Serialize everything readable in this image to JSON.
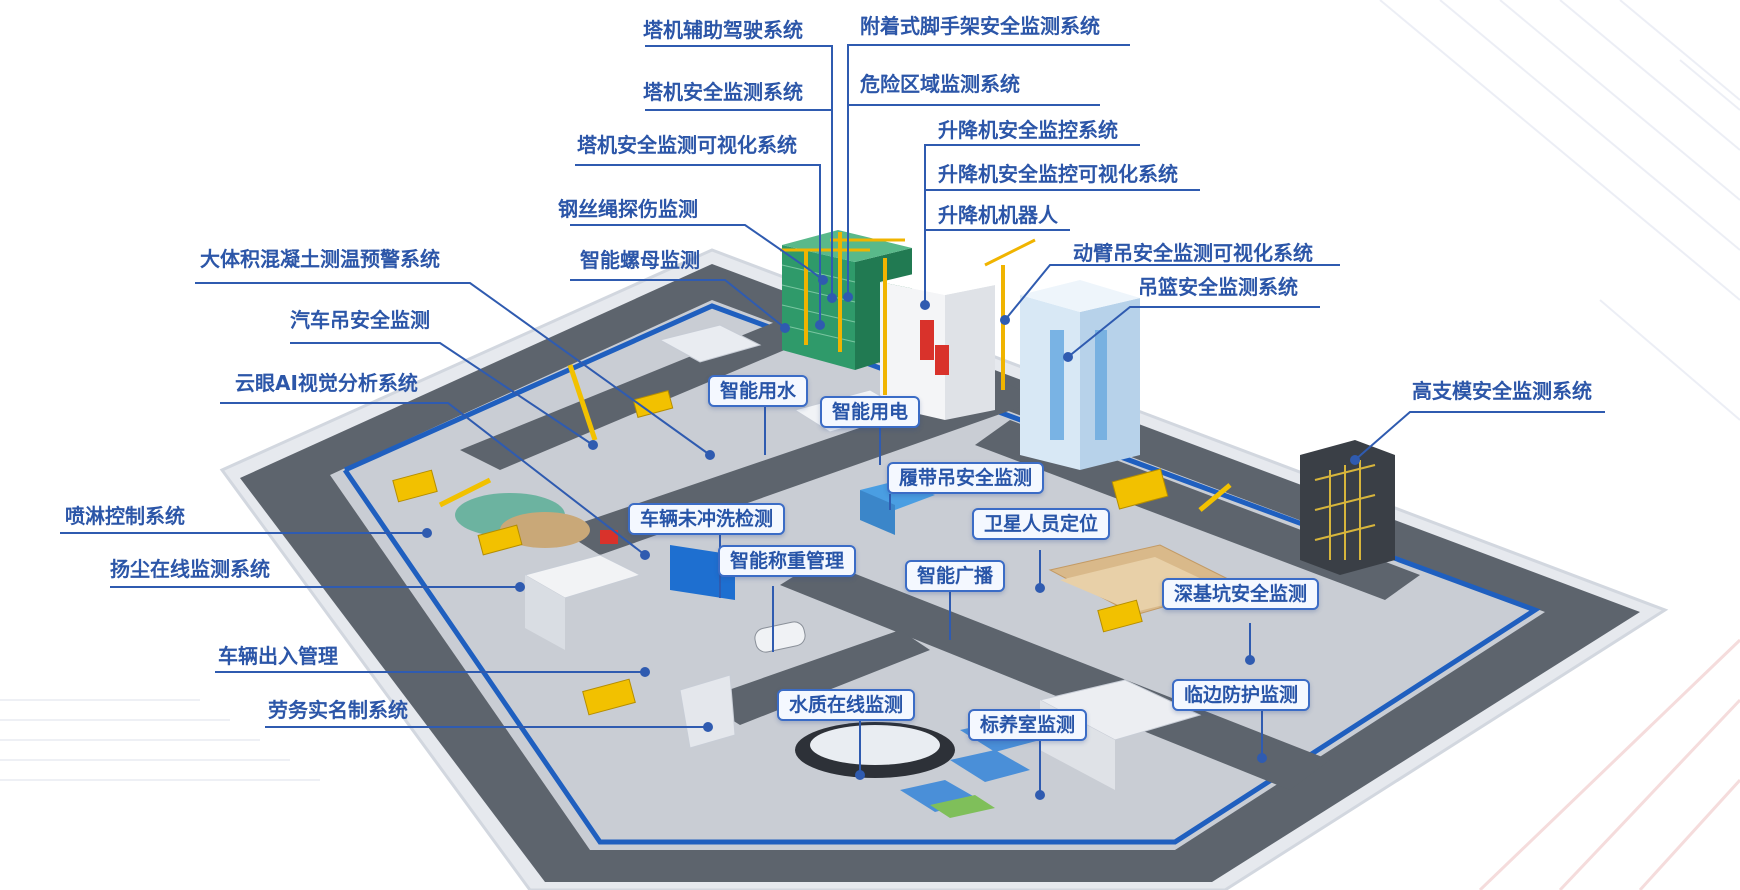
{
  "labels": {
    "tower_assist": "塔机辅助驾驶系统",
    "scaffold": "附着式脚手架安全监测系统",
    "tower_safety": "塔机安全监测系统",
    "danger_zone": "危险区域监测系统",
    "tower_visual": "塔机安全监测可视化系统",
    "hoist_safety": "升降机安全监控系统",
    "hoist_visual": "升降机安全监控可视化系统",
    "wire_rope": "钢丝绳探伤监测",
    "hoist_robot": "升降机机器人",
    "smart_nut": "智能螺母监测",
    "boom_crane": "动臂吊安全监测可视化系统",
    "concrete_temp": "大体积混凝土测温预警系统",
    "basket": "吊篮安全监测系统",
    "truck_crane": "汽车吊安全监测",
    "formwork": "高支模安全监测系统",
    "ai_vision": "云眼AI视觉分析系统",
    "smart_water": "智能用水",
    "smart_power": "智能用电",
    "crawler_crane": "履带吊安全监测",
    "spray": "喷淋控制系统",
    "vehicle_wash": "车辆未冲洗检测",
    "satellite": "卫星人员定位",
    "dust": "扬尘在线监测系统",
    "weighing": "智能称重管理",
    "broadcast": "智能广播",
    "deep_pit": "深基坑安全监测",
    "vehicle_access": "车辆出入管理",
    "labor": "劳务实名制系统",
    "water_quality": "水质在线监测",
    "curing_room": "标养室监测",
    "edge_protect": "临边防护监测"
  },
  "colors": {
    "label_text": "#2c56a8",
    "guide_line": "#2f5bb0",
    "chip_bg": "#f4f8ff",
    "platform": "#e2e6ec",
    "road": "#5f6670",
    "fence": "#1f5fbf"
  }
}
